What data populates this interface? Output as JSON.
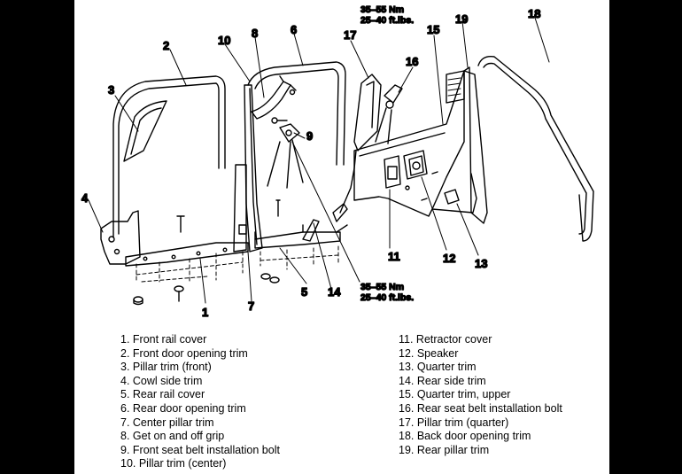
{
  "torque_spec_top": {
    "line1": "35–55 Nm",
    "line2": "25–40 ft.lbs."
  },
  "torque_spec_bottom": {
    "line1": "35–55 Nm",
    "line2": "25–40 ft.lbs."
  },
  "callouts": [
    "1",
    "2",
    "3",
    "4",
    "5",
    "6",
    "7",
    "8",
    "9",
    "10",
    "11",
    "12",
    "13",
    "14",
    "15",
    "16",
    "17",
    "18",
    "19"
  ],
  "legend_left": [
    "1. Front rail cover",
    "2. Front door opening trim",
    "3. Pillar trim (front)",
    "4. Cowl side trim",
    "5. Rear rail cover",
    "6. Rear door opening trim",
    "7. Center pillar trim",
    "8. Get on and off grip",
    "9. Front seat belt installation bolt",
    "10. Pillar trim (center)"
  ],
  "legend_right": [
    "11. Retractor cover",
    "12. Speaker",
    "13. Quarter trim",
    "14. Rear side trim",
    "15. Quarter trim, upper",
    "16. Rear seat belt installation bolt",
    "17. Pillar trim (quarter)",
    "18. Back door opening trim",
    "19. Rear pillar trim"
  ],
  "colors": {
    "background": "#000000",
    "sheet": "#ffffff",
    "ink": "#000000"
  }
}
